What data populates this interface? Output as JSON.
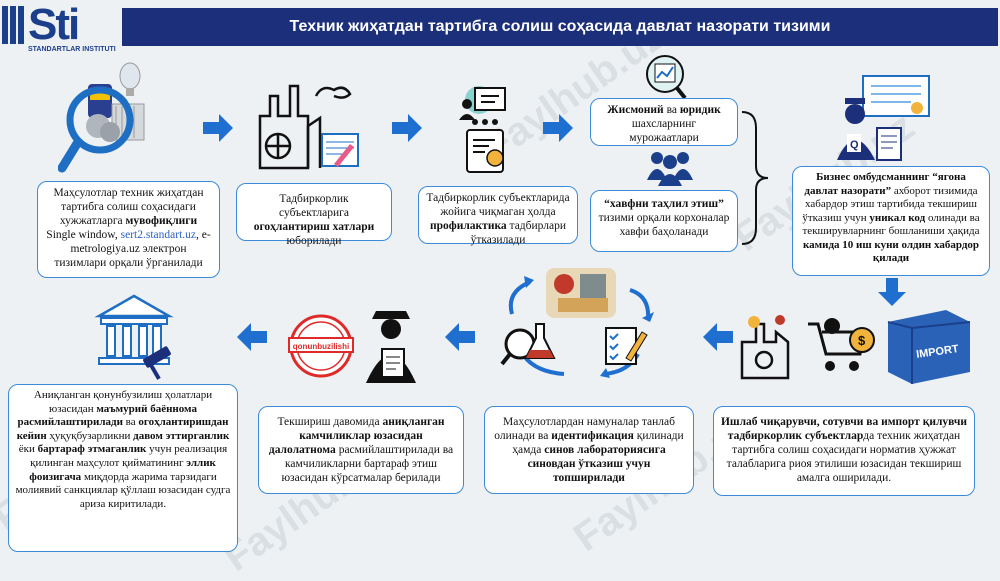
{
  "logo": {
    "main": "Sti",
    "sub": "STANDARTLAR INSTITUTI"
  },
  "title": "Техник жиҳатдан тартибга солиш соҳасида давлат назорати тизими",
  "watermark": "Faylhub.uz",
  "boxes": {
    "b1": {
      "t1": "Маҳсулотлар техник жиҳатдан тартибга солиш соҳасидаги хужжатларга ",
      "b1": "мувофиқлиги",
      "t2": " Single window, ",
      "link": "sert2.standart.uz",
      "t3": ", e-metrologiya.uz электрон тизимлари орқали ўрганилади"
    },
    "b2": {
      "t1": "Тадбиркорлик субъектларига ",
      "b1": "огоҳлантириш хатлари",
      "t2": " юборилади"
    },
    "b3": {
      "t1": "Тадбиркорлик субъектларида жойига чиқмаган ҳолда ",
      "b1": "профилактика",
      "t2": " тадбирлари ўтказилади"
    },
    "b4": {
      "b1": "Жисмоний",
      "t1": " ва ",
      "b2": "юридик",
      "t2": " шахсларнинг мурожаатлари"
    },
    "b5": {
      "b1": "“хавфни таҳлил этиш”",
      "t1": " тизими орқали корхоналар хавфи баҳоланади"
    },
    "b6": {
      "b1": "Бизнес омбудсманнинг “ягона давлат назорати”",
      "t1": " ахборот тизимида хабардор этиш тартибида текшириш ўтказиш учун ",
      "b2": "уникал код",
      "t2": " олинади ва текширувларнинг бошланиши ҳақида ",
      "b3": "камида 10 иш куни олдин хабардор қилади"
    },
    "b7": {
      "b1": "Ишлаб чиқарувчи, сотувчи ва импорт қилувчи тадбиркорлик субъектлар",
      "t1": "да техник жиҳатдан тартибга солиш соҳасидаги норматив ҳужжат талабларига риоя этилиши юзасидан текшириш амалга оширилади."
    },
    "b8": {
      "t1": "Маҳсулотлардан намуналар танлаб олинади ва ",
      "b1": "идентификация",
      "t2": " қилинади ҳамда ",
      "b2": "синов лабораториясига синовдан ўтказиш учун топширилади"
    },
    "b9": {
      "t1": "Текшириш давомида ",
      "b1": "аниқланган камчиликлар юзасидан далолатнома",
      "t2": " расмийлаштирилади ва камчиликларни бартараф этиш юзасидан кўрсатмалар берилади"
    },
    "b10": {
      "t1": "Аниқланган қонунбузилиш ҳолатлари юзасидан ",
      "b1": "маъмурий баённома расмийлаштирилади",
      "t2": " ва ",
      "b2": "огоҳлантиришдан кейин",
      "t3": " ҳуқуқбузарликни ",
      "b3": "давом эттирганлик",
      "t4": " ёки ",
      "b4": "бартараф этмаганлик",
      "t5": " учун реализация қилинган маҳсулот қийматининг ",
      "b5": "эллик фоизигача",
      "t6": " миқдорда жарима тарзидаги молиявий санкциялар қўллаш юзасидан судга ариза киритилади."
    }
  },
  "icons": {
    "stamp_text": "qonunbuzilishi",
    "import_text": "IMPORT"
  },
  "colors": {
    "banner": "#1c2f7a",
    "arrow": "#1f6fd1",
    "border": "#3b8bd8",
    "link": "#2b5fc7"
  }
}
